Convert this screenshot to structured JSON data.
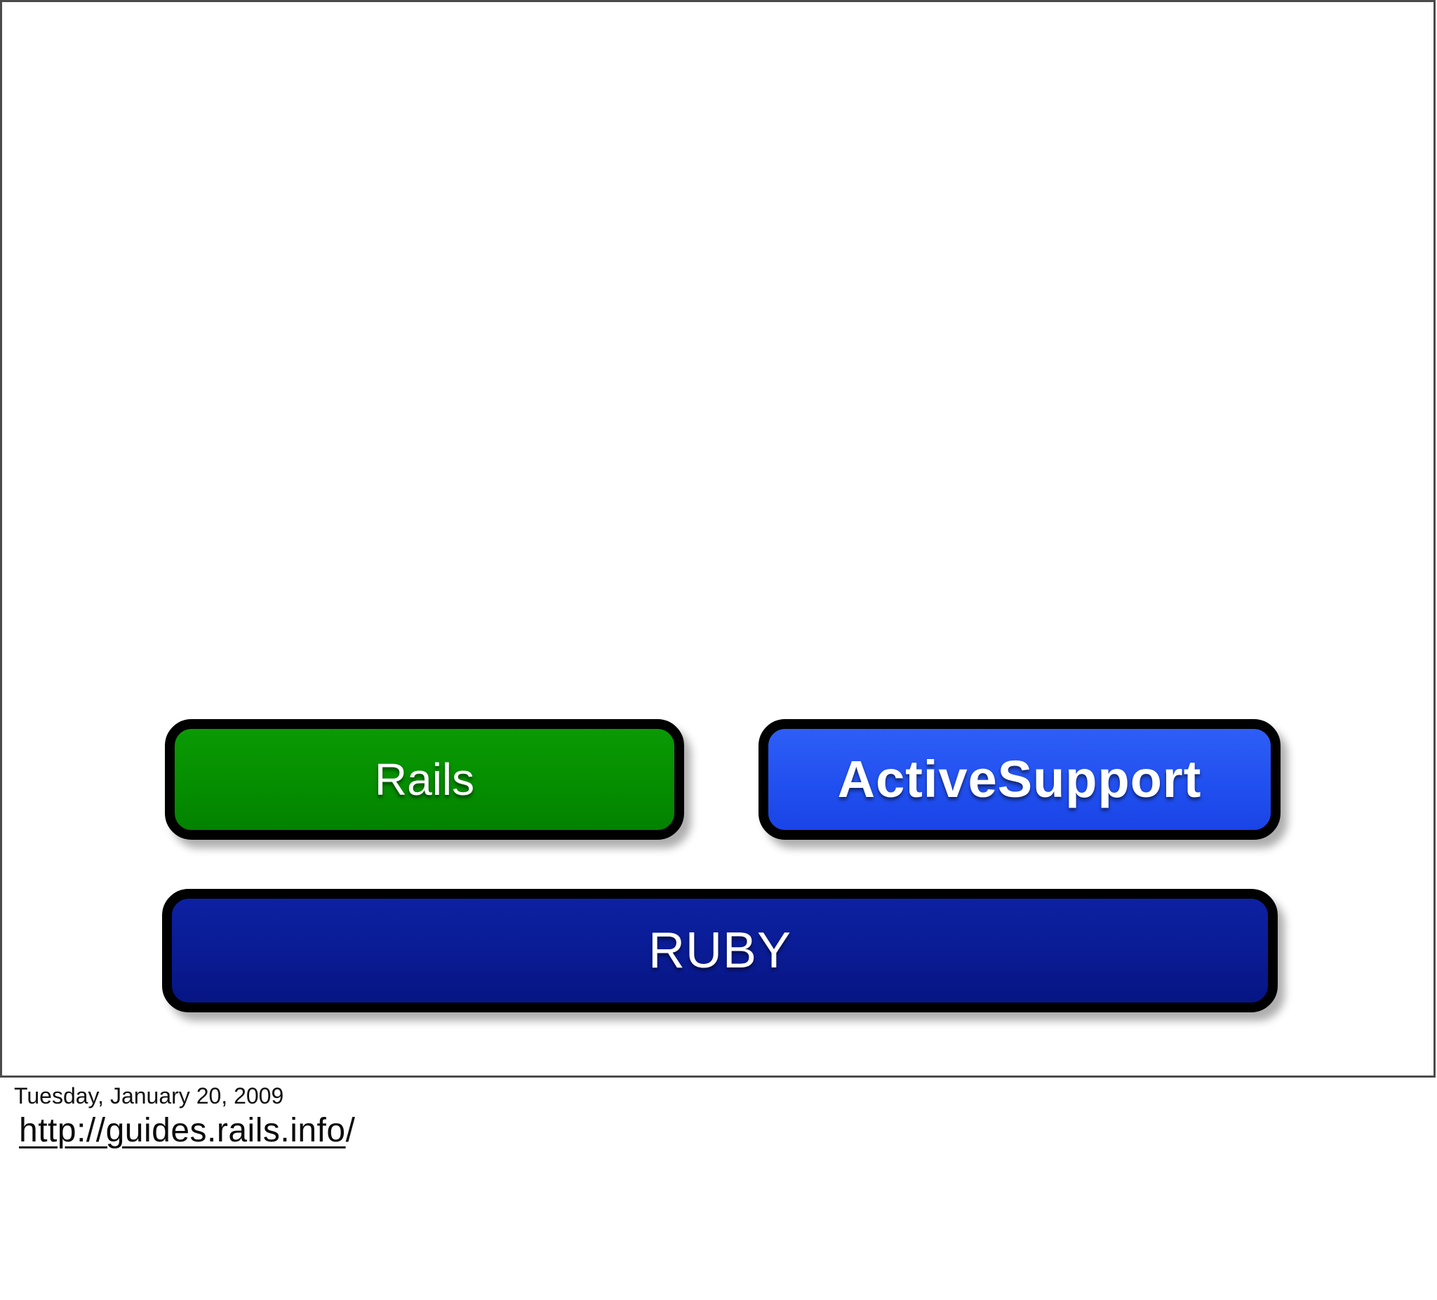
{
  "slide": {
    "boxes": [
      {
        "id": "rails",
        "label": "Rails",
        "fill": "#058E00",
        "fill_top": "#0a9a04",
        "fill_bottom": "#038200"
      },
      {
        "id": "activesupport",
        "label": "ActiveSupport",
        "fill": "#2150F0",
        "fill_top": "#2e5ef6",
        "fill_bottom": "#1a44e6"
      },
      {
        "id": "ruby",
        "label": "RUBY",
        "fill": "#0A1B93",
        "fill_top": "#0c21a2",
        "fill_bottom": "#061583"
      }
    ],
    "box_border_color": "#000000",
    "frame_border_color": "#4b4b4b",
    "background_color": "#ffffff",
    "label_text_color": "#ffffff"
  },
  "footer": {
    "date": "Tuesday, January 20, 2009",
    "url_text": "http://guides.rails.info",
    "url_suffix": "/",
    "text_color": "#111111"
  }
}
